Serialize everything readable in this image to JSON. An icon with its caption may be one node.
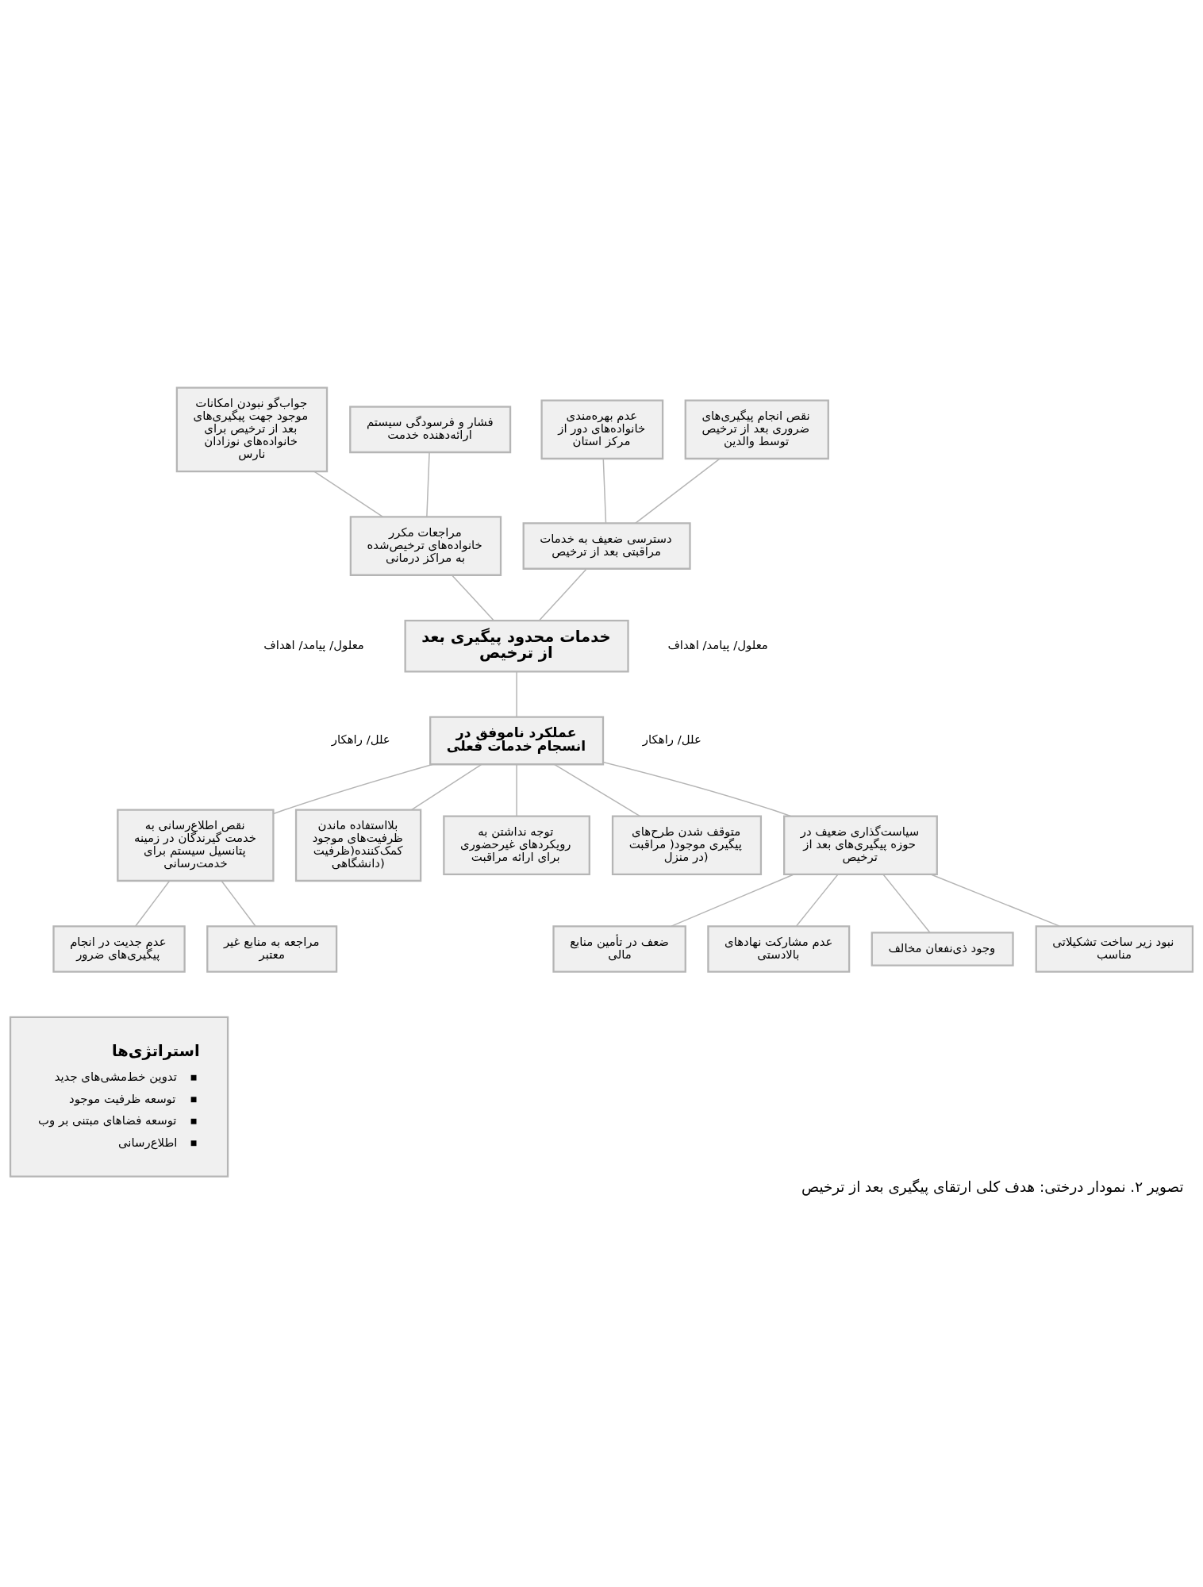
{
  "diagram": {
    "caption": "تصویر ۲. نمودار درختی: هدف کلی ارتقای پیگیری بعد از ترخیص",
    "nodes": [
      {
        "text": [
          "جواب‌گو نبودن امکانات موجود جهت پیگیری‌های بعد از ترخیص برای خانواده‌های نوزادان نارس"
        ]
      },
      {
        "text": [
          "فشار و فرسودگی سیستم ارائه‌دهنده خدمت"
        ]
      },
      {
        "text": [
          "عدم بهره‌مندی خانواده‌های دور از مرکز استان"
        ]
      },
      {
        "text": [
          "نقص انجام پیگیری‌های ضروری بعد از ترخیص توسط والدین"
        ]
      },
      {
        "text": [
          "مراجعات مکرر خانواده‌های ترخیص‌شده به مراکز درمانی"
        ]
      },
      {
        "text": [
          "دسترسی ضعیف به خدمات مراقبتی بعد از ترخیص"
        ]
      },
      {
        "text": [
          "خدمات محدود پیگیری بعد از ترخیص"
        ]
      },
      {
        "text": [
          "عملکرد ناموفق در انسجام خدمات فعلی"
        ]
      },
      {
        "text": [
          "نقص اطلاع‌رسانی به خدمت گیرندگان در زمینه پتانسیل سیستم برای خدمت‌رسانی"
        ]
      },
      {
        "text": [
          "بلااستفاده ماندن ظرفیت‌های موجود کمک‌کننده(ظرفیت دانشگاهی)"
        ]
      },
      {
        "text": [
          "توجه نداشتن به رویکردهای غیرحضوری برای ارائه مراقبت"
        ]
      },
      {
        "text": [
          "متوقف شدن طرح‌های پیگیری موجود( مراقبت در منزل)"
        ]
      },
      {
        "text": [
          "سیاست‌گذاری ضعیف در حوزه پیگیری‌های بعد از ترخیص"
        ]
      },
      {
        "text": [
          "عدم جدیت در انجام پیگیری‌های ضرور"
        ]
      },
      {
        "text": [
          "مراجعه به منابع غیر معتبر"
        ]
      },
      {
        "text": [
          "ضعف در تأمین منابع مالی"
        ]
      },
      {
        "text": [
          "عدم مشارکت نهادهای بالادستی"
        ]
      },
      {
        "text": [
          "وجود ذی‌نفعان مخالف"
        ]
      },
      {
        "text": [
          "نبود زیر ساخت تشکیلاتی مناسب"
        ]
      },
      {
        "text": [
          "استراتژی‌ها",
          "تدوین خط‌مشی‌های جدید",
          "توسعه ظرفیت موجود",
          "توسعه فضاهای مبتنی بر وب",
          "اطلاع‌رسانی"
        ]
      }
    ],
    "edges": [
      {
        "from": 0,
        "to": 4,
        "arrow": "none"
      },
      {
        "from": 1,
        "to": 4,
        "arrow": "none"
      },
      {
        "from": 2,
        "to": 5,
        "arrow": "none"
      },
      {
        "from": 3,
        "to": 5,
        "arrow": "none"
      },
      {
        "from": 5,
        "to": 6,
        "arrow": "none"
      },
      {
        "from": 4,
        "to": 6,
        "arrow": "none"
      },
      {
        "from": 6,
        "to": 7,
        "arrow": "none"
      },
      {
        "from": 7,
        "to": 8,
        "arrow": "none"
      },
      {
        "from": 7,
        "to": 9,
        "arrow": "none"
      },
      {
        "from": 7,
        "to": 10,
        "arrow": "none"
      },
      {
        "from": 7,
        "to": 11,
        "arrow": "none"
      },
      {
        "from": 7,
        "to": 12,
        "arrow": "none"
      },
      {
        "from": 8,
        "to": 13,
        "arrow": "none"
      },
      {
        "from": 8,
        "to": 14,
        "arrow": "none"
      },
      {
        "from": 12,
        "to": 15,
        "arrow": "none"
      },
      {
        "from": 12,
        "to": 16,
        "arrow": "none"
      },
      {
        "from": 12,
        "to": 17,
        "arrow": "none"
      },
      {
        "from": 12,
        "to": 18,
        "arrow": "none"
      }
    ],
    "labels": [
      "معلول/ پیامد/ اهداف",
      "معلول/ پیامد/ اهداف",
      "علل/ راهکار",
      "علل/ راهکار"
    ]
  }
}
